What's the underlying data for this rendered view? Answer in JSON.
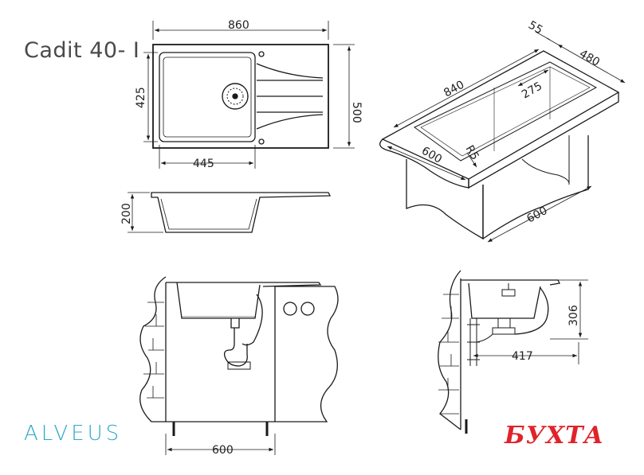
{
  "title": "Cadit 40- I",
  "brand": "ALVEUS",
  "shop_logo": "БУХТА",
  "dimensions": {
    "top_width": "860",
    "top_height": "500",
    "bowl_height": "425",
    "bowl_width": "445",
    "depth_side": "200",
    "iso_length": "840",
    "iso_edge": "55",
    "iso_width": "480",
    "iso_bowl": "275",
    "iso_front": "600",
    "iso_radius": "R5",
    "iso_cabinet": "600",
    "cabinet_width": "600",
    "side_height": "306",
    "side_depth": "417"
  },
  "colors": {
    "line": "#1a1a1a",
    "brand": "#2aa8c8",
    "shop": "#e0232a"
  }
}
